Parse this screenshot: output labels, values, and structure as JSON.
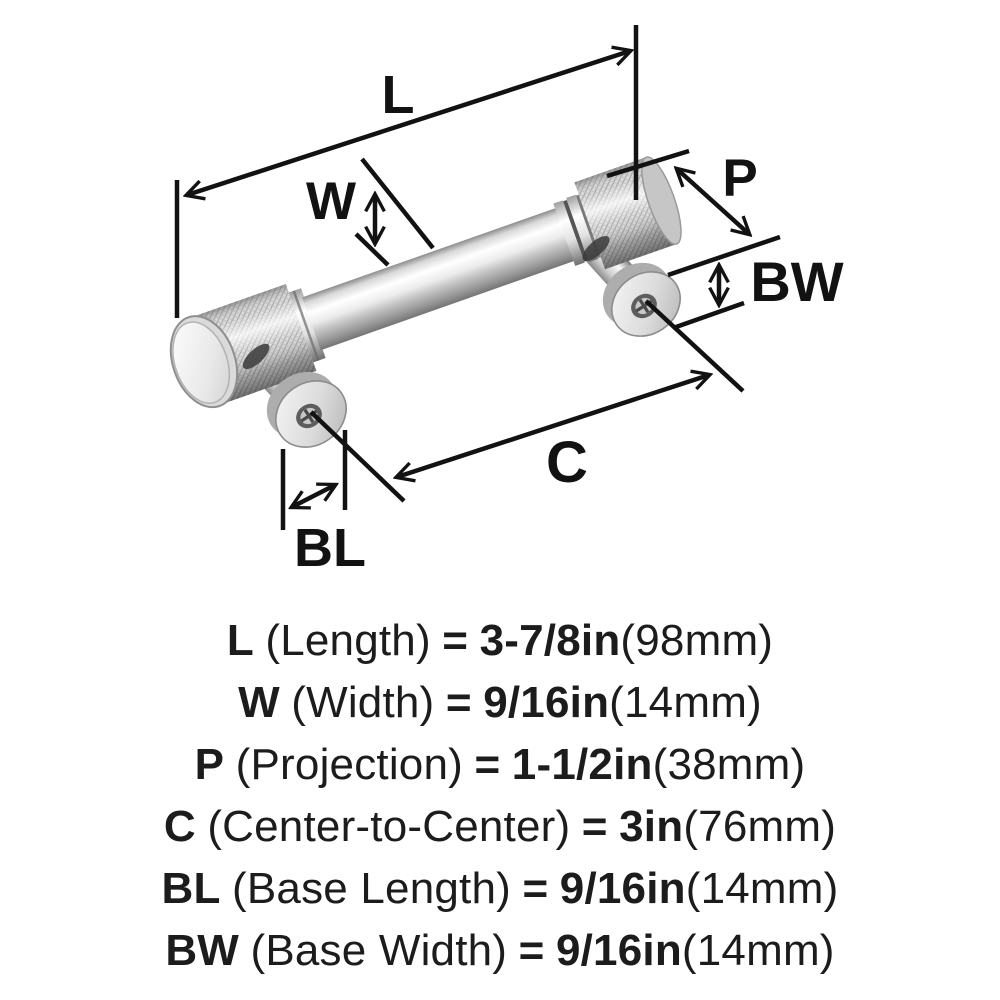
{
  "diagram": {
    "labels": {
      "L": "L",
      "W": "W",
      "P": "P",
      "C": "C",
      "BL": "BL",
      "BW": "BW"
    }
  },
  "specs": [
    {
      "code": "L",
      "name": "(Length)",
      "eq": "=",
      "value": "3-7/8in",
      "metric": "(98mm)"
    },
    {
      "code": "W",
      "name": "(Width)",
      "eq": "=",
      "value": "9/16in",
      "metric": "(14mm)"
    },
    {
      "code": "P",
      "name": "(Projection)",
      "eq": "=",
      "value": "1-1/2in",
      "metric": "(38mm)"
    },
    {
      "code": "C",
      "name": "(Center-to-Center)",
      "eq": "=",
      "value": "3in",
      "metric": "(76mm)"
    },
    {
      "code": "BL",
      "name": "(Base Length)",
      "eq": "=",
      "value": "9/16in",
      "metric": "(14mm)"
    },
    {
      "code": "BW",
      "name": "(Base Width)",
      "eq": "=",
      "value": "9/16in",
      "metric": "(14mm)"
    }
  ],
  "colors": {
    "background": "#ffffff",
    "line": "#121212",
    "text": "#1c1c1c",
    "metal_light": "#f6f6f6",
    "metal_mid": "#c9c9c9",
    "metal_dark": "#7d7d7d"
  }
}
